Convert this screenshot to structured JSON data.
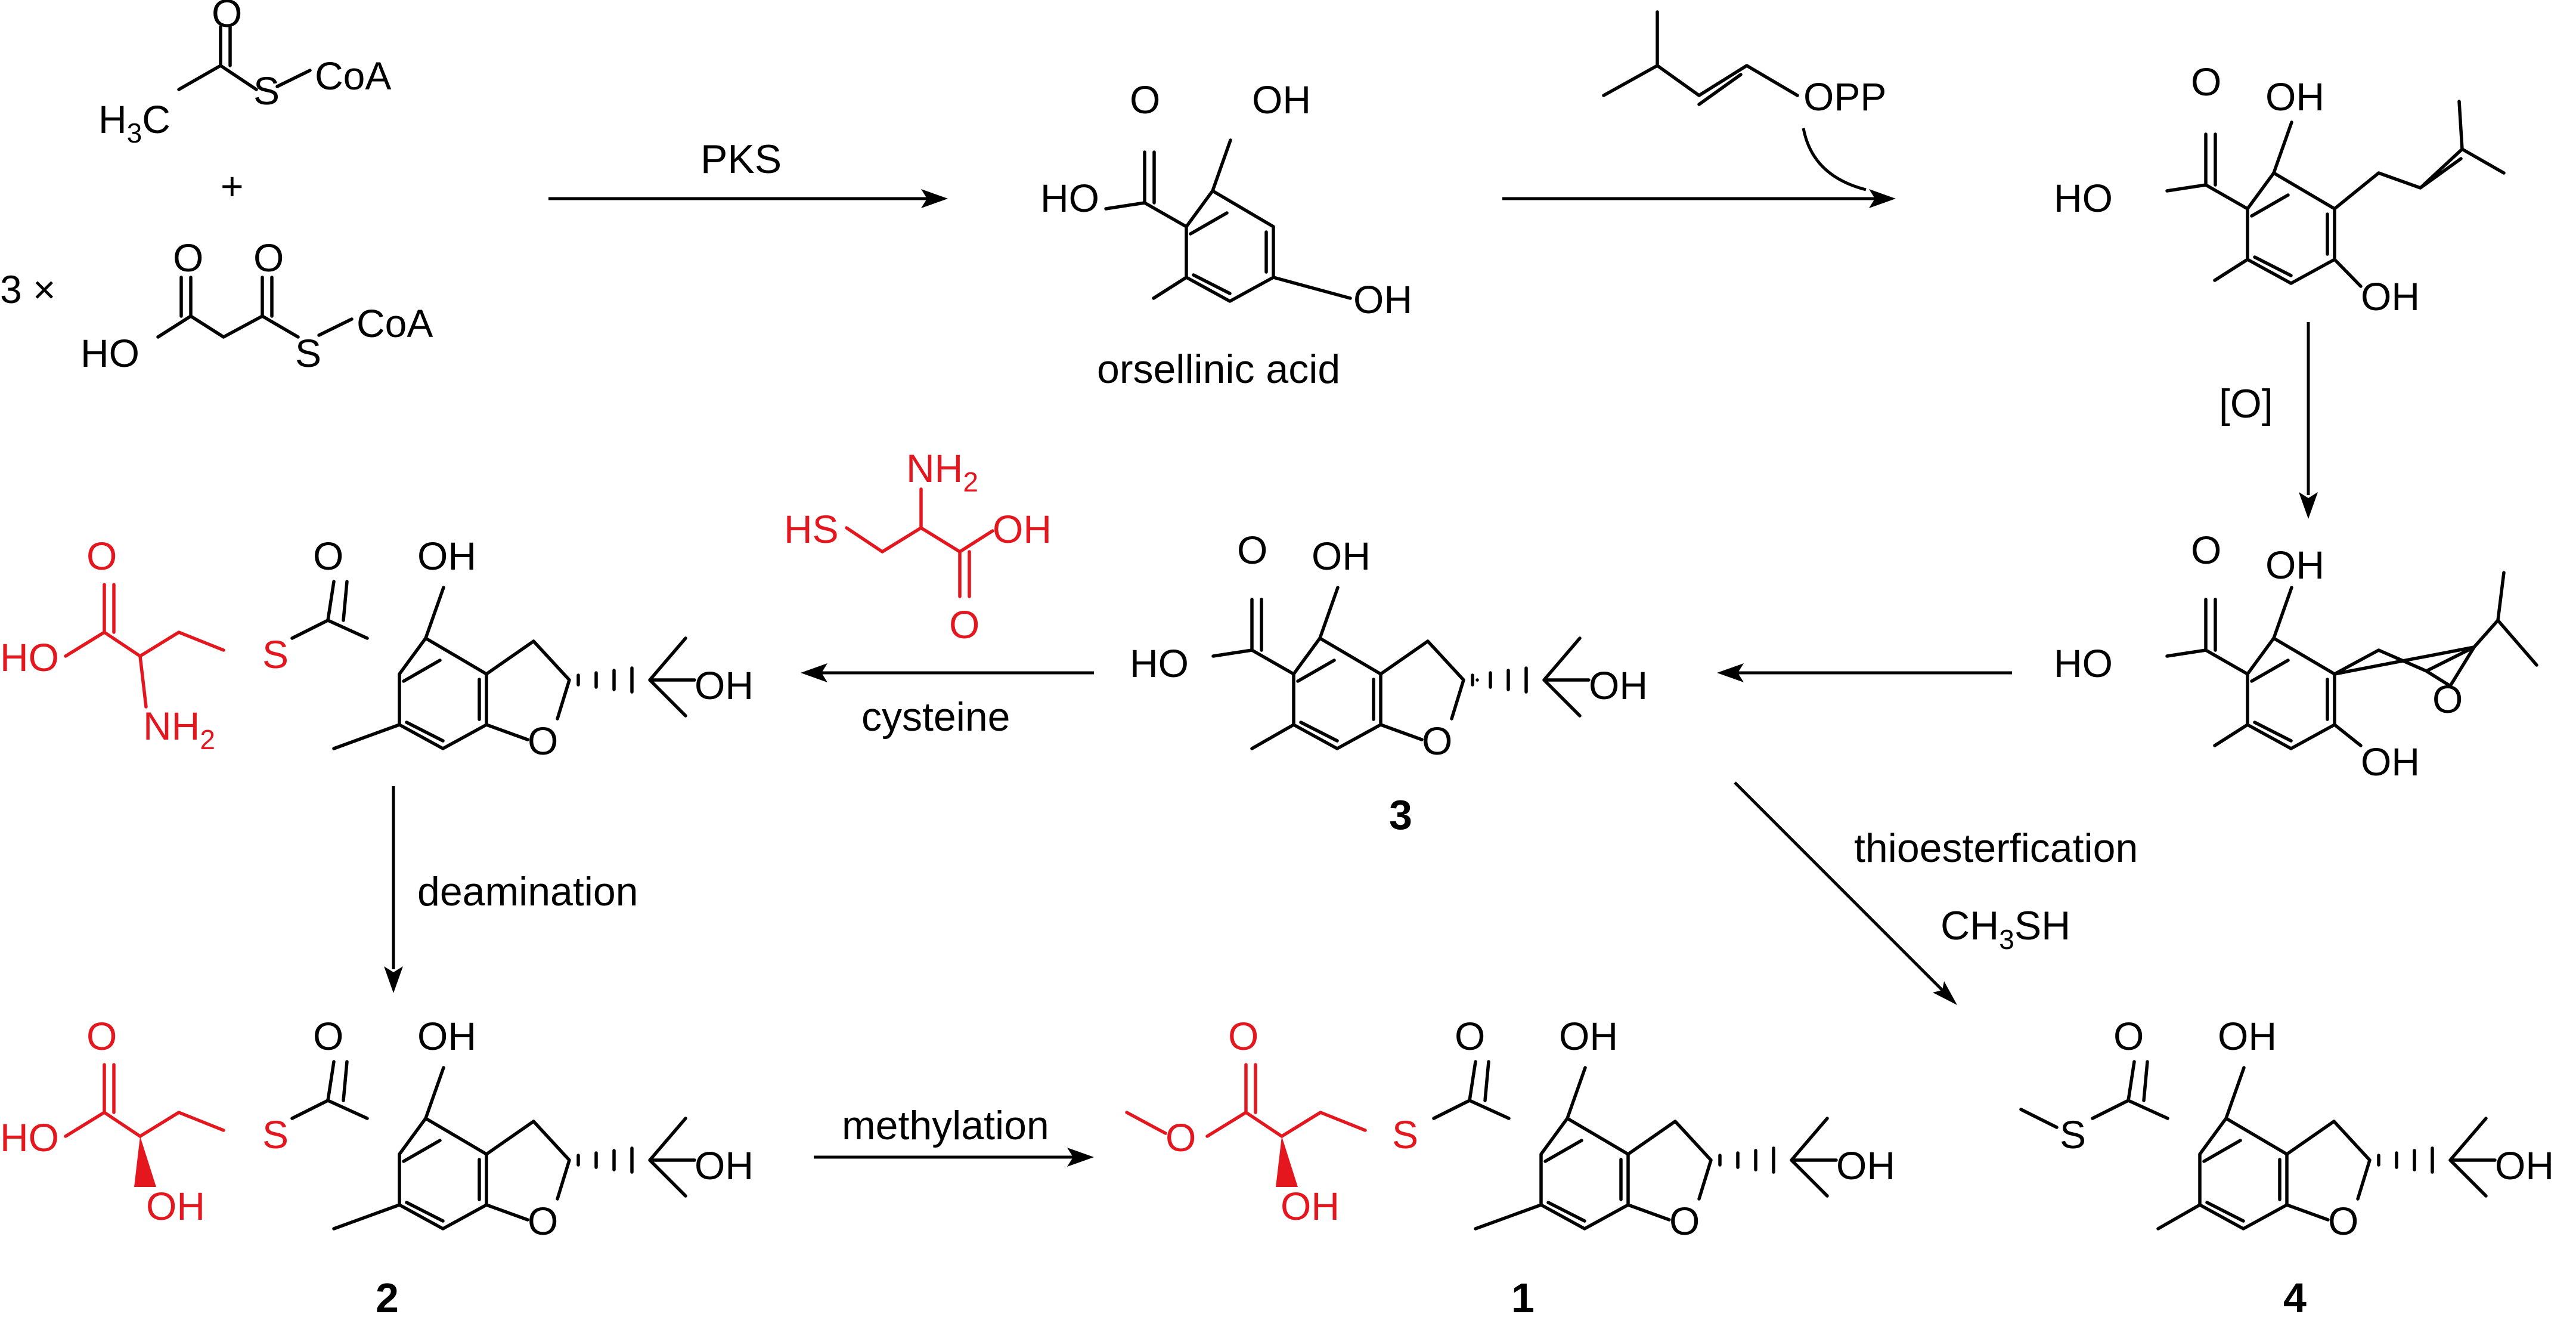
{
  "colors": {
    "ink": "#000000",
    "highlight": "#e4171f"
  },
  "reagents": {
    "acetyl_coa": {
      "h3c": "H",
      "h3c_sub": "3",
      "h3c_c": "C",
      "o": "O",
      "s": "S",
      "coa": "CoA"
    },
    "plus": "+",
    "multiplier": "3 ×",
    "malonyl_coa": {
      "ho": "HO",
      "o1": "O",
      "o2": "O",
      "s": "S",
      "coa": "CoA"
    },
    "prenyl_pp": {
      "opp": "OPP"
    }
  },
  "arrows": {
    "pks": "PKS",
    "oxidation": "[O]",
    "cysteine": "cysteine",
    "deamination": "deamination",
    "methylation": "methylation",
    "thioesterfication": "thioesterfication",
    "methanethiol": {
      "pre": "CH",
      "sub": "3",
      "post": "SH"
    }
  },
  "compounds": {
    "orsellinic": {
      "name": "orsellinic acid",
      "ho": "HO",
      "o": "O",
      "oh1": "OH",
      "oh2": "OH"
    },
    "prenylated": {
      "ho": "HO",
      "o": "O",
      "oh1": "OH",
      "oh2": "OH"
    },
    "epoxide": {
      "ho": "HO",
      "o": "O",
      "oh1": "OH",
      "oh2": "OH",
      "ring_o": "O"
    },
    "cys": {
      "hs": "HS",
      "nh2": "NH",
      "nh2_sub": "2",
      "oh": "OH",
      "o": "O"
    },
    "c3": {
      "label": "3",
      "ho": "HO",
      "o": "O",
      "oh": "OH",
      "ring_o": "O",
      "side_oh": "OH"
    },
    "conj": {
      "o1": "O",
      "ho": "HO",
      "nh2": "NH",
      "nh2_sub": "2",
      "s": "S",
      "o2": "O",
      "oh": "OH",
      "ring_o": "O",
      "side_oh": "OH"
    },
    "c2": {
      "label": "2",
      "o1": "O",
      "ho": "HO",
      "oh_red": "OH",
      "s": "S",
      "o2": "O",
      "oh": "OH",
      "ring_o": "O",
      "side_oh": "OH"
    },
    "c1": {
      "label": "1",
      "o1": "O",
      "oh_red": "OH",
      "s": "S",
      "o2": "O",
      "oh": "OH",
      "ring_o": "O",
      "side_oh": "OH"
    },
    "c4": {
      "label": "4",
      "s": "S",
      "o": "O",
      "oh": "OH",
      "ring_o": "O",
      "side_oh": "OH"
    }
  }
}
